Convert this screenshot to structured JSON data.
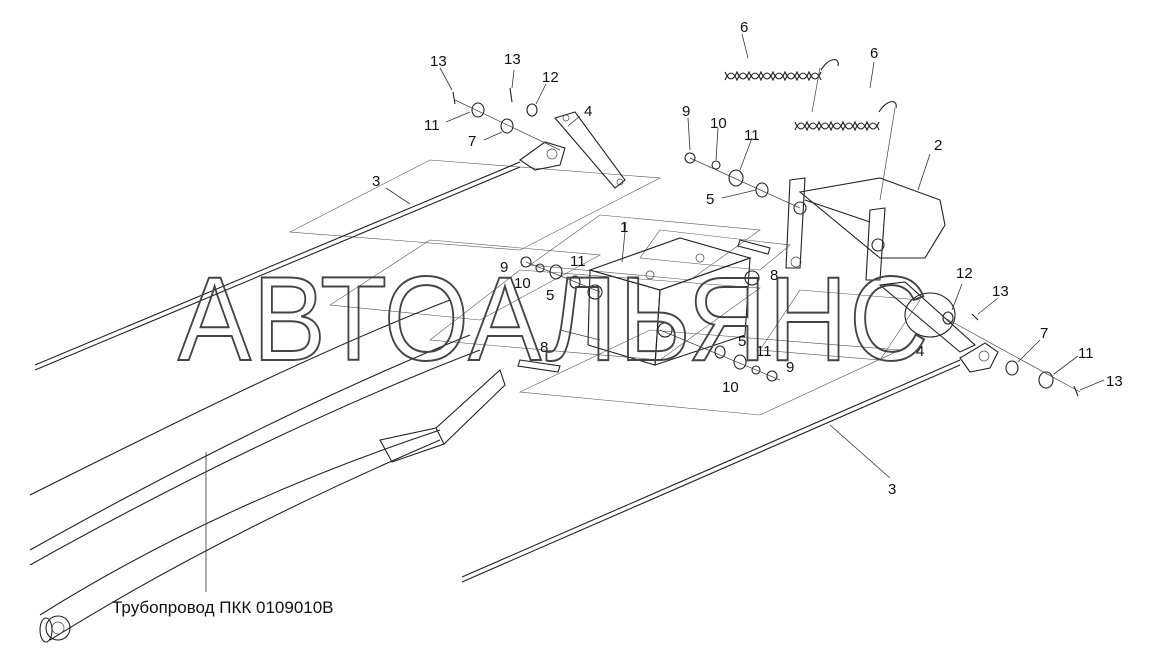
{
  "diagram": {
    "watermark": "АВТОАЛЬЯНС",
    "caption": "Трубопровод ПКК 0109010В",
    "callouts": [
      {
        "id": "c1",
        "text": "1"
      },
      {
        "id": "c2",
        "text": "2"
      },
      {
        "id": "c3a",
        "text": "3"
      },
      {
        "id": "c3b",
        "text": "3"
      },
      {
        "id": "c4a",
        "text": "4"
      },
      {
        "id": "c4b",
        "text": "4"
      },
      {
        "id": "c5a",
        "text": "5"
      },
      {
        "id": "c5b",
        "text": "5"
      },
      {
        "id": "c5c",
        "text": "5"
      },
      {
        "id": "c6a",
        "text": "6"
      },
      {
        "id": "c6b",
        "text": "6"
      },
      {
        "id": "c7a",
        "text": "7"
      },
      {
        "id": "c7b",
        "text": "7"
      },
      {
        "id": "c8a",
        "text": "8"
      },
      {
        "id": "c8b",
        "text": "8"
      },
      {
        "id": "c9a",
        "text": "9"
      },
      {
        "id": "c9b",
        "text": "9"
      },
      {
        "id": "c9c",
        "text": "9"
      },
      {
        "id": "c10a",
        "text": "10"
      },
      {
        "id": "c10b",
        "text": "10"
      },
      {
        "id": "c10c",
        "text": "10"
      },
      {
        "id": "c11a",
        "text": "11"
      },
      {
        "id": "c11b",
        "text": "11"
      },
      {
        "id": "c11c",
        "text": "11"
      },
      {
        "id": "c11d",
        "text": "11"
      },
      {
        "id": "c11e",
        "text": "11"
      },
      {
        "id": "c12a",
        "text": "12"
      },
      {
        "id": "c12b",
        "text": "12"
      },
      {
        "id": "c13a",
        "text": "13"
      },
      {
        "id": "c13b",
        "text": "13"
      },
      {
        "id": "c13c",
        "text": "13"
      },
      {
        "id": "c13d",
        "text": "13"
      }
    ]
  }
}
